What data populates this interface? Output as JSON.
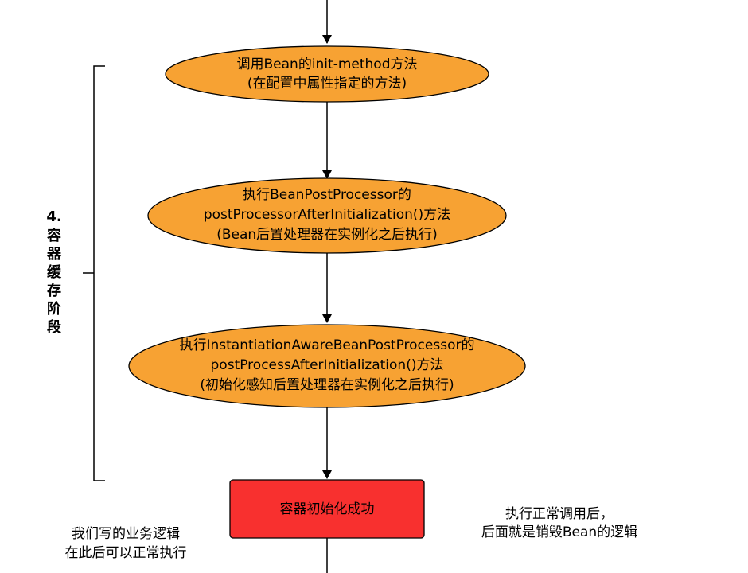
{
  "nodes": {
    "init_method": {
      "lines": [
        "调用Bean的init-method方法",
        "(在配置中属性指定的方法)"
      ]
    },
    "bpp_after": {
      "lines": [
        "执行BeanPostProcessor的",
        "postProcessorAfterInitialization()方法",
        "(Bean后置处理器在实例化之后执行)"
      ]
    },
    "iabpp_after": {
      "lines": [
        "执行InstantiationAwareBeanPostProcessor的",
        "postProcessAfterInitialization()方法",
        "(初始化感知后置处理器在实例化之后执行)"
      ]
    },
    "init_success": {
      "label": "容器初始化成功"
    }
  },
  "stage": {
    "number": "4.",
    "chars": [
      "容",
      "器",
      "缓",
      "存",
      "阶",
      "段"
    ]
  },
  "notes": {
    "left": [
      "我们写的业务逻辑",
      "在此后可以正常执行"
    ],
    "right": [
      "执行正常调用后，",
      "后面就是销毁Bean的逻辑"
    ]
  },
  "colors": {
    "ellipse_fill": "#F7A233",
    "success_fill": "#F8302F",
    "stroke": "#000000"
  }
}
